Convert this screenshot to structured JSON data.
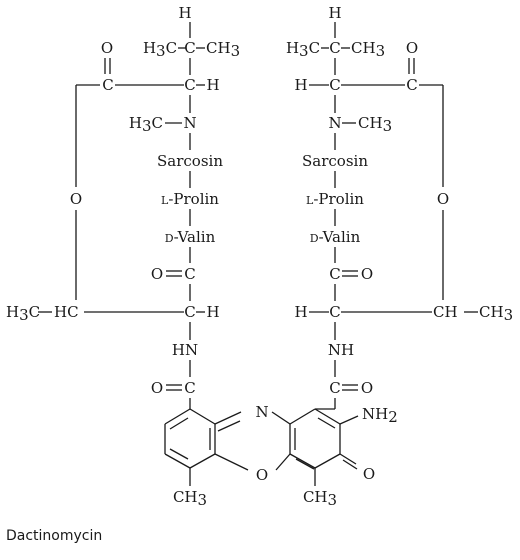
{
  "caption": "Dactinomycin",
  "atoms": {
    "H": "H",
    "H3C": "H3C",
    "CH3": "CH3",
    "C": "C",
    "O": "O",
    "N": "N",
    "HN": "HN",
    "NH": "NH",
    "HC": "HC",
    "CH": "CH",
    "NH2": "NH2"
  },
  "residues": {
    "sarcosin": "Sarcosin",
    "prolin_prefix": "L",
    "prolin": "-Prolin",
    "valin_prefix": "D",
    "valin": "-Valin"
  }
}
